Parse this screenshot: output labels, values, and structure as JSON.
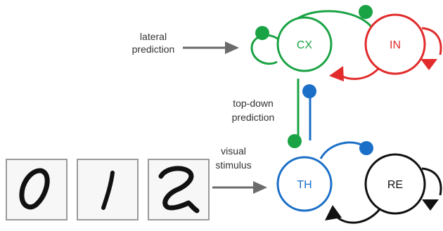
{
  "colors": {
    "cx": "#1aa344",
    "in": "#e22b2b",
    "th": "#1b6fc7",
    "re": "#111111",
    "arrow": "#6b6b6b",
    "text": "#333333"
  },
  "nodes": {
    "cx": {
      "label": "CX"
    },
    "in": {
      "label": "IN"
    },
    "th": {
      "label": "TH"
    },
    "re": {
      "label": "RE"
    }
  },
  "labels": {
    "lateral_line1": "lateral",
    "lateral_line2": "prediction",
    "topdown_line1": "top-down",
    "topdown_line2": "prediction",
    "visual_line1": "visual",
    "visual_line2": "stimulus"
  },
  "digits": [
    "0",
    "1",
    "2"
  ]
}
